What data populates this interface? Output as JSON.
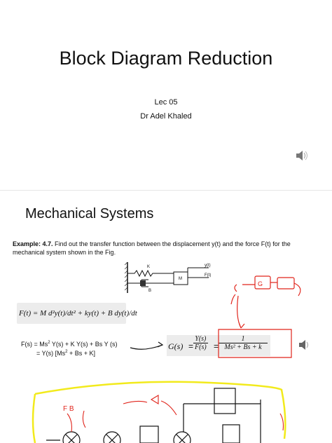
{
  "slide1": {
    "title": "Block Diagram Reduction",
    "lecture": "Lec 05",
    "author": "Dr Adel Khaled"
  },
  "slide2": {
    "heading": "Mechanical Systems",
    "example_label": "Example: 4.7.",
    "example_text": " Find out the transfer function between the displacement y(t) and the force F(t) for the mechanical system shown in the Fig.",
    "figure_labels": {
      "spring": "K",
      "damper": "B",
      "mass": "M",
      "output": "y(t)",
      "input": "F(t)"
    },
    "ode": "F(t) = M d²y(t)/dt² + ky(t) + B dy(t)/dt",
    "laplace_line1_a": "F(s) = Ms",
    "laplace_line1_b": " Y(s) + K Y(s) + Bs Y (s)",
    "laplace_line2_a": "= Y(s) [Ms",
    "laplace_line2_b": " + Bs + K]",
    "sq": "2",
    "tf_lhs": "G(s)",
    "tf_num1": "Y(s)",
    "tf_den1": "F(s)",
    "tf_num2": "1",
    "tf_den2": "Ms² + Bs + k",
    "annotation_g": "G",
    "annotation_fb": "F B"
  },
  "colors": {
    "ink_red": "#e0241b",
    "highlight": "#f2ea1c"
  },
  "icons": [
    "speaker-icon",
    "speaker-icon"
  ]
}
